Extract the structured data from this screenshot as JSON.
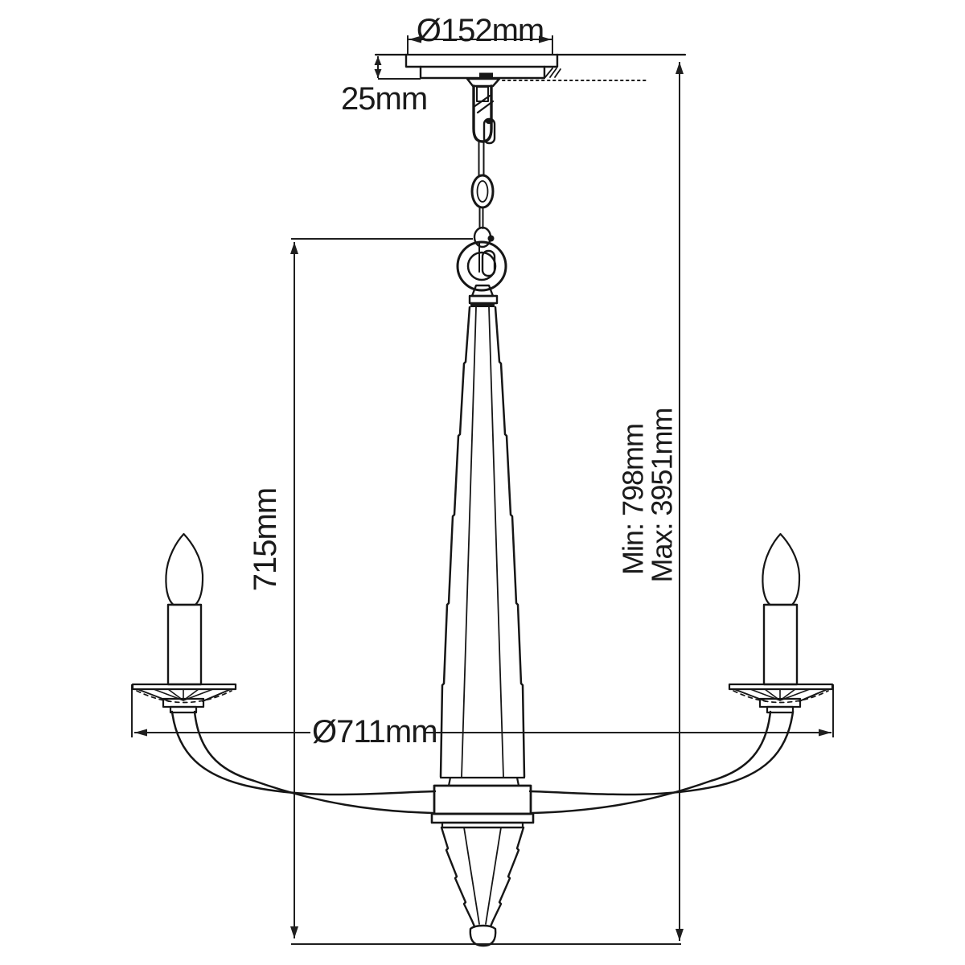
{
  "diagram": {
    "labels": {
      "canopy_diameter": "Ø152mm",
      "canopy_height": "25mm",
      "body_height": "715mm",
      "fixture_diameter": "Ø711mm",
      "min_height": "Min: 798mm",
      "max_height": "Max: 3951mm"
    },
    "colors": {
      "line": "#1a1a1a",
      "background": "#ffffff"
    }
  }
}
